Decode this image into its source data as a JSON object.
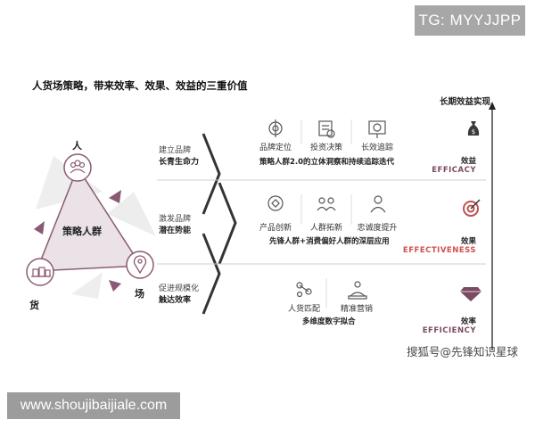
{
  "watermarks": {
    "top": "TG: MYYJJPP",
    "bottom": "www.shoujibaijiale.com",
    "sohu": "搜狐号@先锋知识星球"
  },
  "title": "人货场策略，带来效率、效果、效益的三重价值",
  "axis_label": "长期效益实现",
  "triangle": {
    "center": "策略人群",
    "top": "人",
    "left": "货",
    "right": "场"
  },
  "rows": [
    {
      "label_line1": "建立品牌",
      "label_line2": "长青生命力",
      "icons": [
        "品牌定位",
        "投资决策",
        "长效追踪"
      ],
      "summary": "策略人群2.0的立体洞察和持续追踪迭代",
      "value_zh": "效益",
      "value_en": "EFFICACY",
      "value_icon": "money-bag-icon"
    },
    {
      "label_line1": "激发品牌",
      "label_line2": "潜在势能",
      "icons": [
        "产品创新",
        "人群拓新",
        "忠诚度提升"
      ],
      "summary": "先锋人群+消费偏好人群的深层应用",
      "value_zh": "效果",
      "value_en": "EFFECTIVENESS",
      "value_icon": "target-icon"
    },
    {
      "label_line1": "促进规模化",
      "label_line2": "触达效率",
      "icons": [
        "人货匹配",
        "精准营销"
      ],
      "summary": "多维度数字拟合",
      "value_zh": "效率",
      "value_en": "EFFICIENCY",
      "value_icon": "diamond-icon"
    }
  ],
  "colors": {
    "accent": "#7a4a62",
    "accent_red": "#c0504d",
    "accent_red_label": "#d05050",
    "triangle_fill": "#e8dfe4",
    "divider": "#cfcfcf"
  }
}
